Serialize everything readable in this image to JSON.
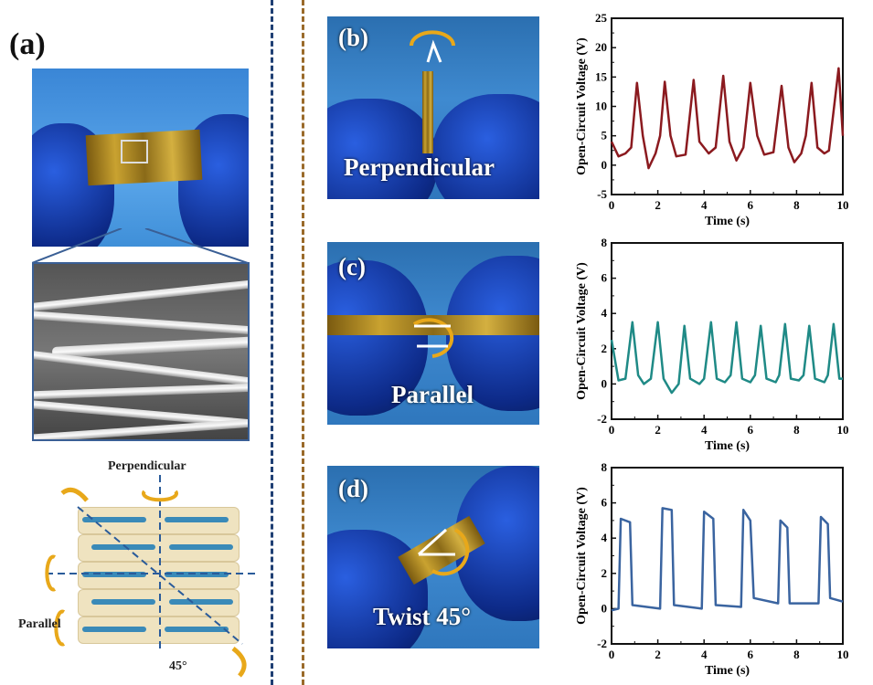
{
  "panels": {
    "a": {
      "label": "(a)",
      "diagram": {
        "perpendicular": "Perpendicular",
        "parallel": "Parallel",
        "angle": "45°"
      }
    },
    "b": {
      "label": "(b)",
      "caption": "Perpendicular"
    },
    "c": {
      "label": "(c)",
      "caption": "Parallel"
    },
    "d": {
      "label": "(d)",
      "caption": "Twist 45°"
    }
  },
  "colors": {
    "b": "#8b1a1f",
    "c": "#1f8a86",
    "d": "#3a64a0",
    "navy_divider": "#1f3f73",
    "brown_divider": "#9a6a2a"
  },
  "chart_data": [
    {
      "id": "b",
      "type": "line",
      "title": "",
      "xlabel": "Time (s)",
      "ylabel": "Open-Circuit Voltage (V)",
      "xlim": [
        0,
        10
      ],
      "ylim": [
        -5,
        25
      ],
      "xticks": [
        0,
        2,
        4,
        6,
        8,
        10
      ],
      "yticks": [
        -5,
        0,
        5,
        10,
        15,
        20,
        25
      ],
      "x": [
        0,
        0.3,
        0.6,
        0.85,
        1.1,
        1.35,
        1.6,
        1.9,
        2.1,
        2.3,
        2.55,
        2.8,
        3.2,
        3.55,
        3.8,
        4.2,
        4.5,
        4.83,
        5.1,
        5.4,
        5.7,
        6.0,
        6.3,
        6.6,
        7.0,
        7.35,
        7.65,
        7.9,
        8.2,
        8.4,
        8.65,
        8.9,
        9.2,
        9.4,
        9.82,
        10
      ],
      "y": [
        4,
        1.5,
        2,
        3,
        14,
        5,
        -0.5,
        2,
        5,
        14.2,
        5,
        1.5,
        1.8,
        14.5,
        4,
        2,
        3,
        15.2,
        4,
        0.8,
        3,
        14,
        5,
        1.8,
        2.2,
        13.5,
        3,
        0.5,
        2,
        5,
        14,
        3,
        2,
        2.5,
        16.5,
        5
      ]
    },
    {
      "id": "c",
      "type": "line",
      "title": "",
      "xlabel": "Time (s)",
      "ylabel": "Open-Circuit Voltage (V)",
      "xlim": [
        0,
        10
      ],
      "ylim": [
        -2,
        8
      ],
      "xticks": [
        0,
        2,
        4,
        6,
        8,
        10
      ],
      "yticks": [
        -2,
        0,
        2,
        4,
        6,
        8
      ],
      "x": [
        0,
        0.3,
        0.6,
        0.9,
        1.15,
        1.4,
        1.7,
        2.0,
        2.25,
        2.6,
        2.9,
        3.15,
        3.4,
        3.8,
        4.0,
        4.3,
        4.55,
        4.9,
        5.15,
        5.4,
        5.65,
        6.0,
        6.2,
        6.45,
        6.7,
        7.1,
        7.25,
        7.5,
        7.75,
        8.1,
        8.3,
        8.55,
        8.8,
        9.2,
        9.35,
        9.6,
        9.85,
        10
      ],
      "y": [
        2.5,
        0.2,
        0.3,
        3.5,
        0.5,
        0,
        0.3,
        3.5,
        0.3,
        -0.5,
        0,
        3.3,
        0.3,
        0,
        0.3,
        3.5,
        0.3,
        0.1,
        0.5,
        3.5,
        0.3,
        0.1,
        0.5,
        3.3,
        0.3,
        0.1,
        0.5,
        3.4,
        0.3,
        0.2,
        0.5,
        3.3,
        0.3,
        0.1,
        0.5,
        3.4,
        0.3,
        0.3
      ]
    },
    {
      "id": "d",
      "type": "line",
      "title": "",
      "xlabel": "Time (s)",
      "ylabel": "Open-Circuit Voltage (V)",
      "xlim": [
        0,
        10
      ],
      "ylim": [
        -2,
        8
      ],
      "xticks": [
        0,
        2,
        4,
        6,
        8,
        10
      ],
      "yticks": [
        -2,
        0,
        2,
        4,
        6,
        8
      ],
      "x": [
        0,
        0.3,
        0.4,
        0.8,
        0.9,
        2.1,
        2.2,
        2.6,
        2.7,
        3.9,
        4.0,
        4.4,
        4.5,
        5.6,
        5.7,
        6.0,
        6.15,
        7.2,
        7.3,
        7.6,
        7.7,
        8.95,
        9.05,
        9.35,
        9.45,
        10
      ],
      "y": [
        -0.1,
        0,
        5.1,
        4.9,
        0.2,
        0,
        5.7,
        5.6,
        0.2,
        0,
        5.5,
        5.1,
        0.2,
        0.1,
        5.6,
        5.0,
        0.6,
        0.3,
        5.0,
        4.6,
        0.3,
        0.3,
        5.2,
        4.8,
        0.6,
        0.4
      ]
    }
  ]
}
